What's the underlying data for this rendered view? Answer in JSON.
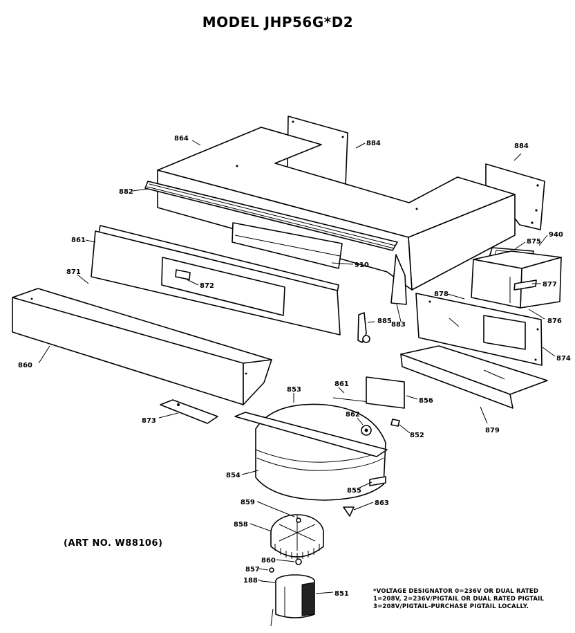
{
  "title": "MODEL JHP56G*D2",
  "art_number": "(ART NO. W88106)",
  "voltage_note": [
    "*VOLTAGE DESIGNATOR 0=236V OR DUAL RATED",
    "1=208V, 2=236V/PIGTAIL OR DUAL RATED PIGTAIL",
    "3=208V/PIGTAIL-PURCHASE PIGTAIL LOCALLY."
  ],
  "part_labels": [
    "864",
    "884",
    "884",
    "882",
    "940",
    "875",
    "861",
    "910",
    "871",
    "872",
    "877",
    "878",
    "876",
    "885",
    "883",
    "874",
    "860",
    "853",
    "861",
    "856",
    "862",
    "852",
    "873",
    "879",
    "854",
    "855",
    "863",
    "859",
    "858",
    "860",
    "857",
    "188",
    "851"
  ]
}
